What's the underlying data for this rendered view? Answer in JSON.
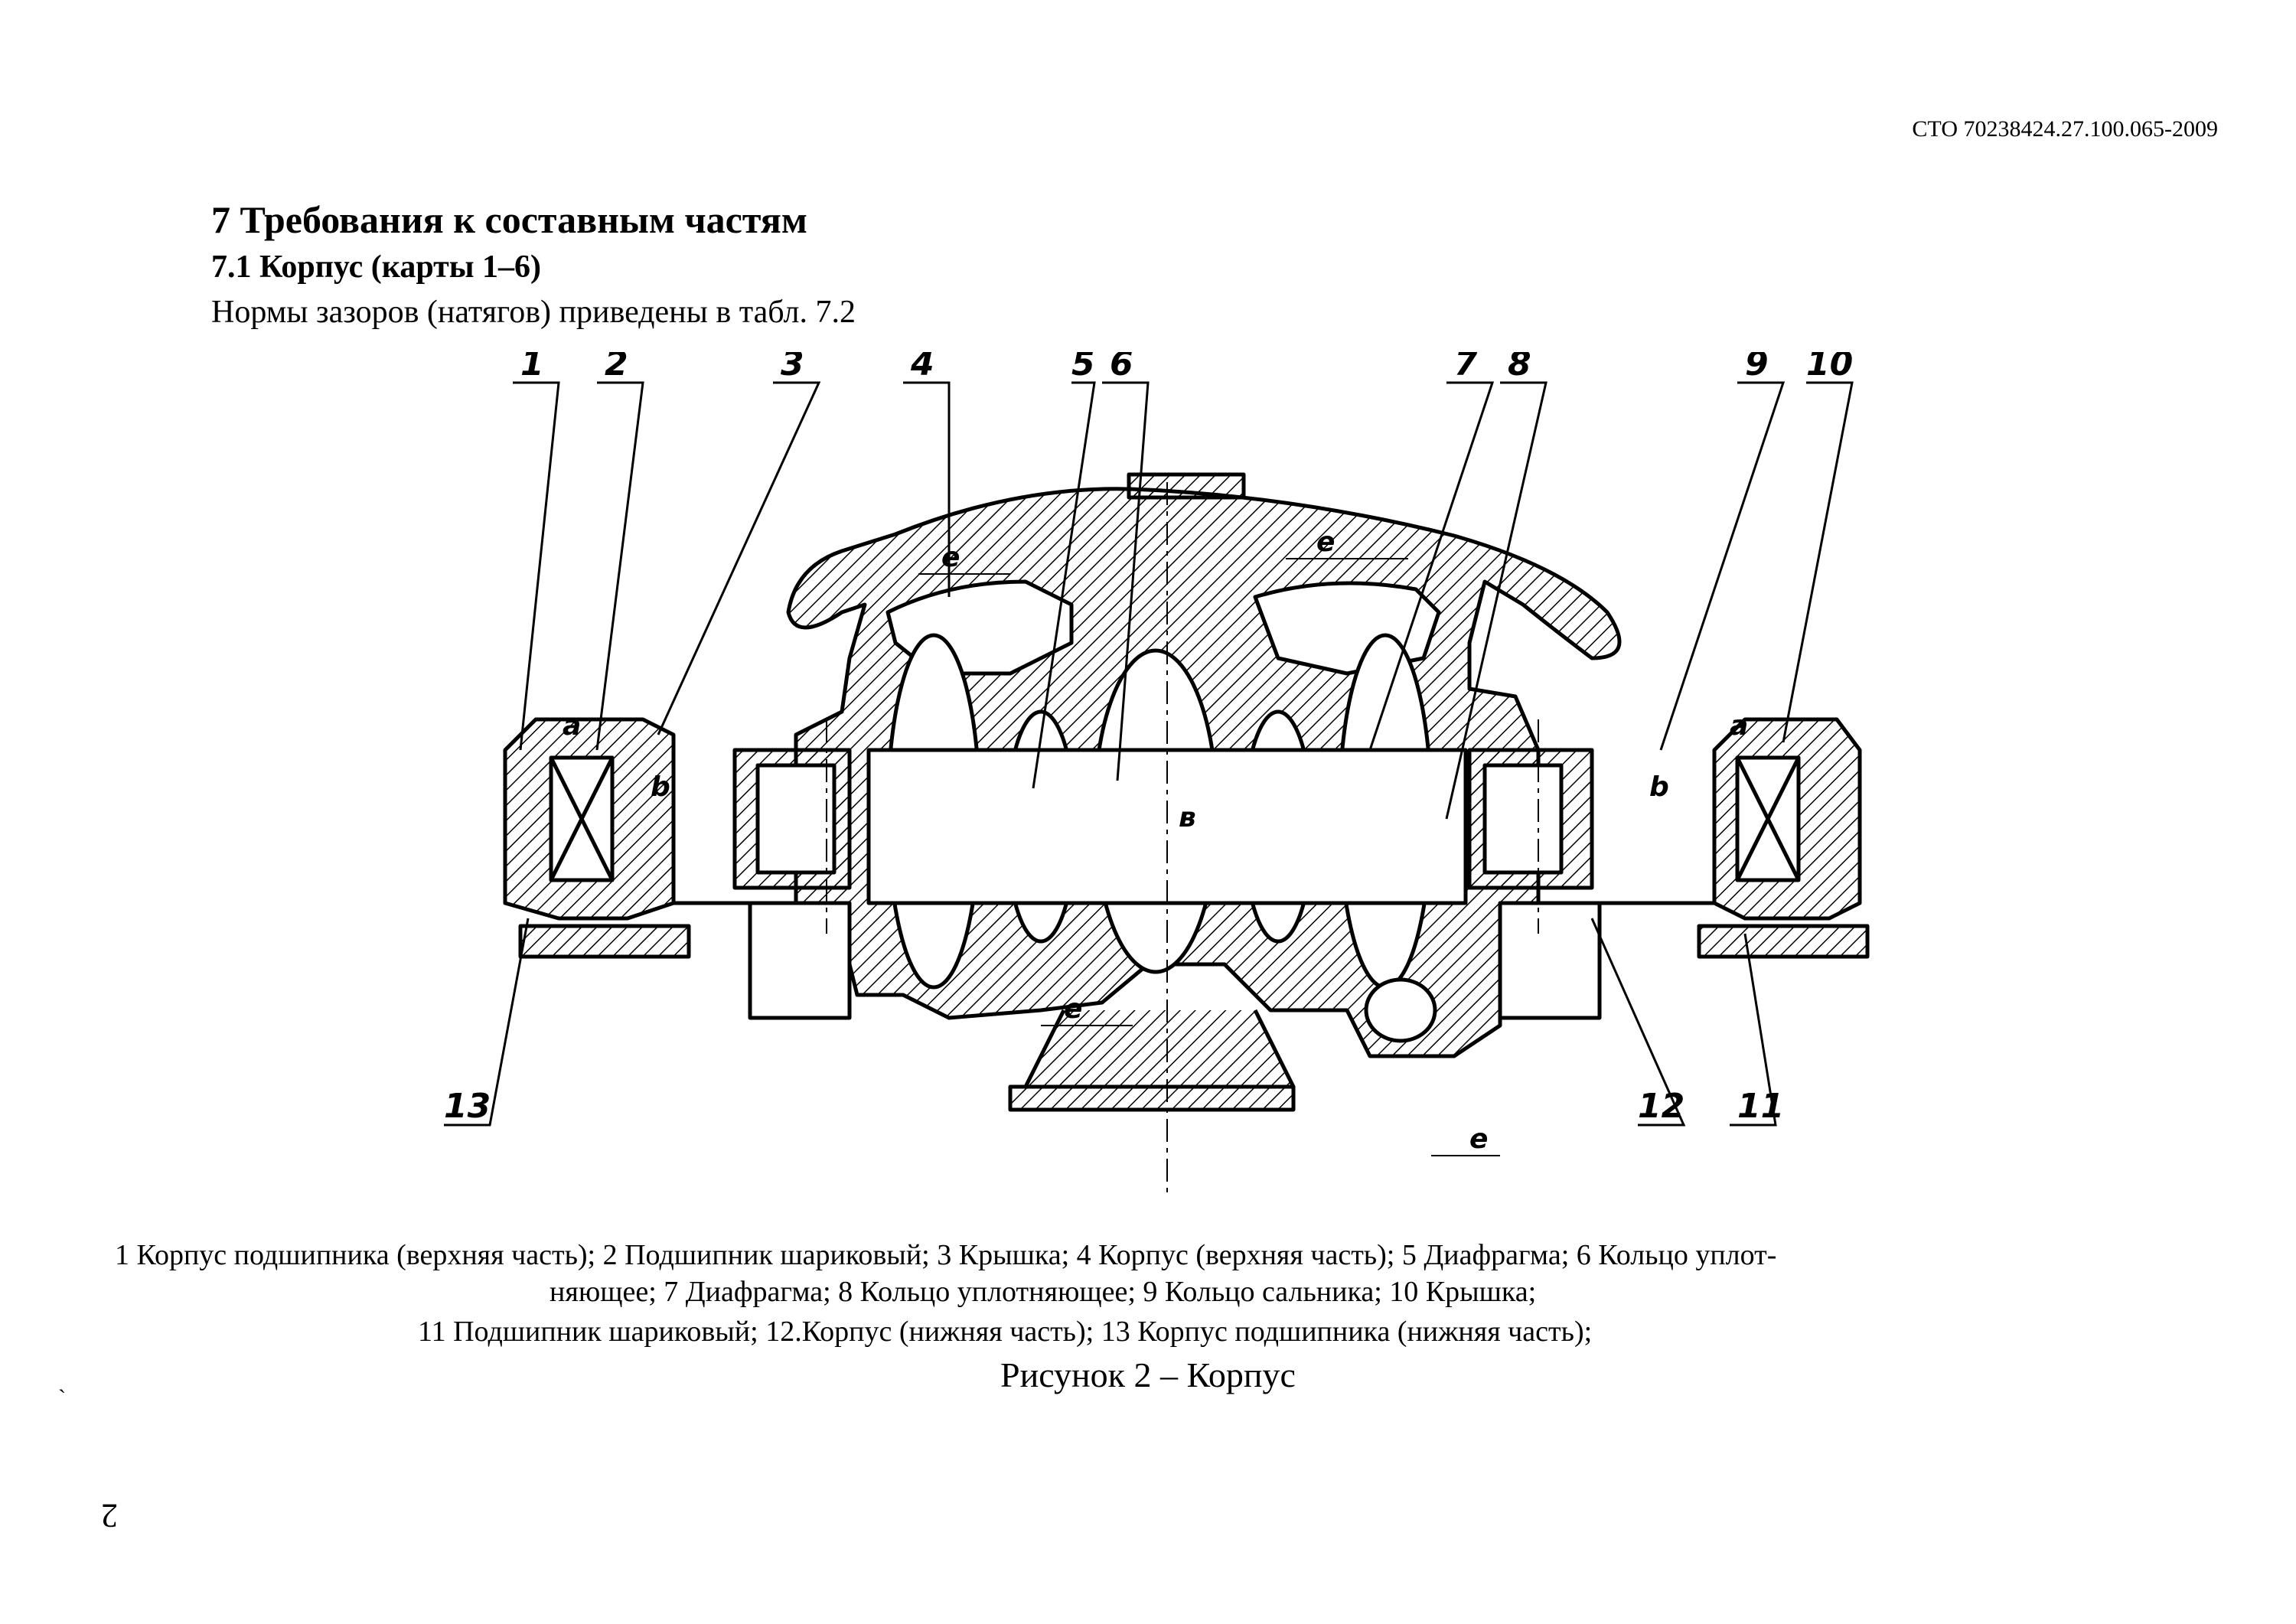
{
  "header": {
    "doc_code": "СТО 70238424.27.100.065-2009"
  },
  "section": {
    "title": "7 Требования к составным частям",
    "subtitle": "7.1 Корпус (карты 1–6)",
    "text": "Нормы зазоров (натягов) приведены в табл. 7.2"
  },
  "drawing": {
    "callouts": [
      "1",
      "2",
      "3",
      "4",
      "5",
      "6",
      "7",
      "8",
      "9",
      "10",
      "11",
      "12",
      "13"
    ],
    "dims": {
      "e": "e",
      "a": "a",
      "b": "b",
      "v": "в"
    }
  },
  "legend": {
    "line1": "1          Корпус подшипника (верхняя часть); 2      Подшипник шариковый; 3   Крышка; 4      Корпус (верхняя часть); 5 Диафрагма; 6    Кольцо уплот-",
    "line2": "няющее; 7      Диафрагма; 8 Кольцо уплотняющее; 9        Кольцо сальника; 10 Крышка;",
    "line3": "11       Подшипник шариковый;      12.Корпус (нижняя часть);   13        Корпус подшипника (нижняя часть);"
  },
  "caption": "Рисунок 2 – Корпус",
  "margin_mark": "ˋ",
  "page_number": "2"
}
